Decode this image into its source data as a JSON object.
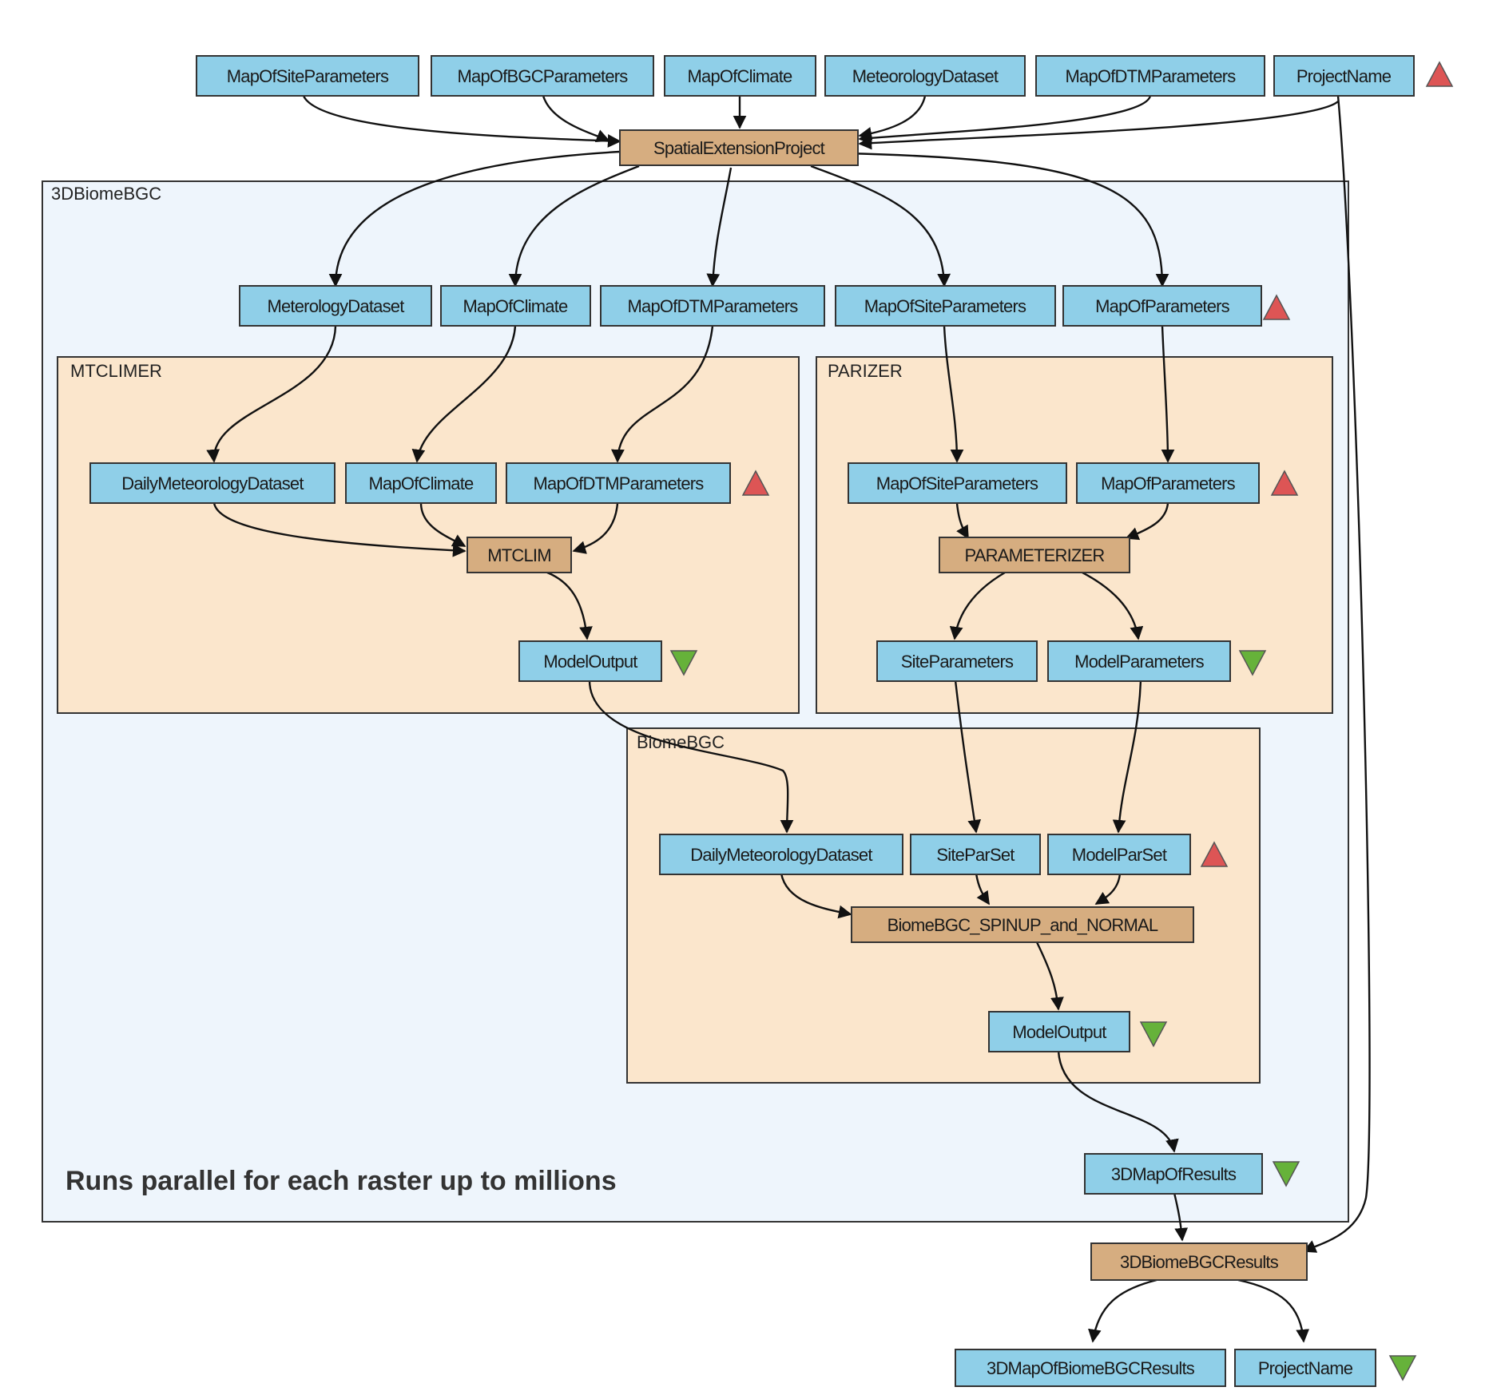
{
  "diagram": {
    "note": "Runs parallel for each raster up to millions",
    "clusters": {
      "biome3d": "3DBiomeBGC",
      "mtclimer": "MTCLIMER",
      "parizer": "PARIZER",
      "biomebgc": "BiomeBGC"
    },
    "top_inputs": [
      "MapOfSiteParameters",
      "MapOfBGCParameters",
      "MapOfClimate",
      "MeteorologyDataset",
      "MapOfDTMParameters",
      "ProjectName"
    ],
    "spatial_project": "SpatialExtensionProject",
    "level2_inputs": [
      "MeterologyDataset",
      "MapOfClimate",
      "MapOfDTMParameters",
      "MapOfSiteParameters",
      "MapOfParameters"
    ],
    "mtclimer_inputs": [
      "DailyMeteorologyDataset",
      "MapOfClimate",
      "MapOfDTMParameters"
    ],
    "mtclim": "MTCLIM",
    "mtclimer_output": "ModelOutput",
    "parizer_inputs": [
      "MapOfSiteParameters",
      "MapOfParameters"
    ],
    "parameterizer": "PARAMETERIZER",
    "parizer_outputs": [
      "SiteParameters",
      "ModelParameters"
    ],
    "biomebgc_inputs": [
      "DailyMeteorologyDataset",
      "SiteParSet",
      "ModelParSet"
    ],
    "biomebgc_process": "BiomeBGC_SPINUP_and_NORMAL",
    "biomebgc_output": "ModelOutput",
    "map_results": "3DMapOfResults",
    "results_process": "3DBiomeBGCResults",
    "final_outputs": [
      "3DMapOfBiomeBGCResults",
      "ProjectName"
    ]
  }
}
